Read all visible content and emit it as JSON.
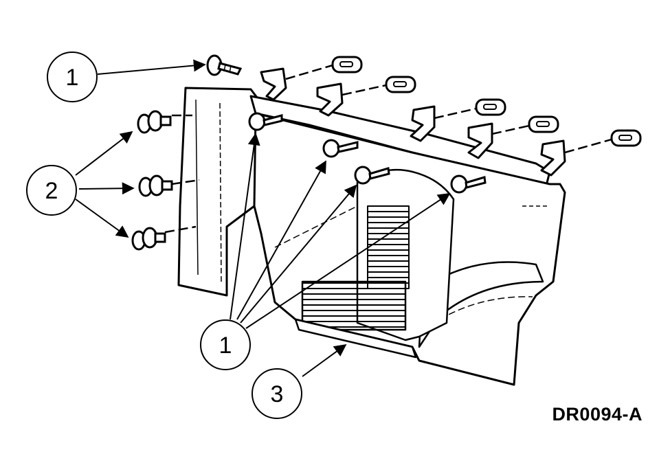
{
  "callouts": {
    "screw_top": "1",
    "pushpin": "2",
    "screws_lower": "1",
    "panel": "3"
  },
  "figure_code": "DR0094-A",
  "colors": {
    "ink": "#000000",
    "paper": "#ffffff"
  }
}
